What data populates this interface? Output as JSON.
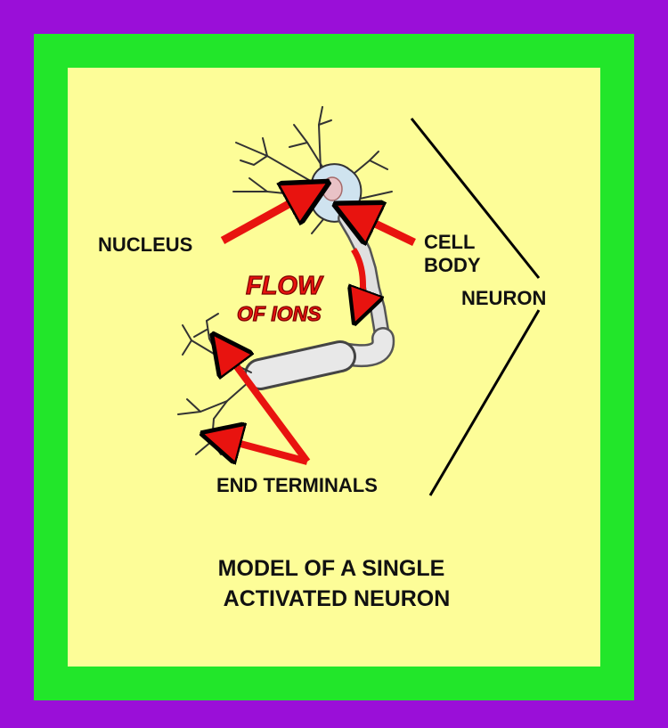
{
  "labels": {
    "nucleus": "NUCLEUS",
    "cell_body_line1": "CELL",
    "cell_body_line2": "BODY",
    "neuron": "NEURON",
    "flow_line1": "FLOW",
    "flow_line2": "OF IONS",
    "end_terminals": "END TERMINALS"
  },
  "caption": {
    "line1": "MODEL OF A SINGLE",
    "line2": "ACTIVATED NEURON"
  },
  "colors": {
    "outer_border": "#9a0fd8",
    "inner_border": "#22e62a",
    "panel": "#fdfd98",
    "arrow": "#e8130f",
    "neuron_fill": "#cfe3ef",
    "axon_fill": "#e8e8e8"
  }
}
